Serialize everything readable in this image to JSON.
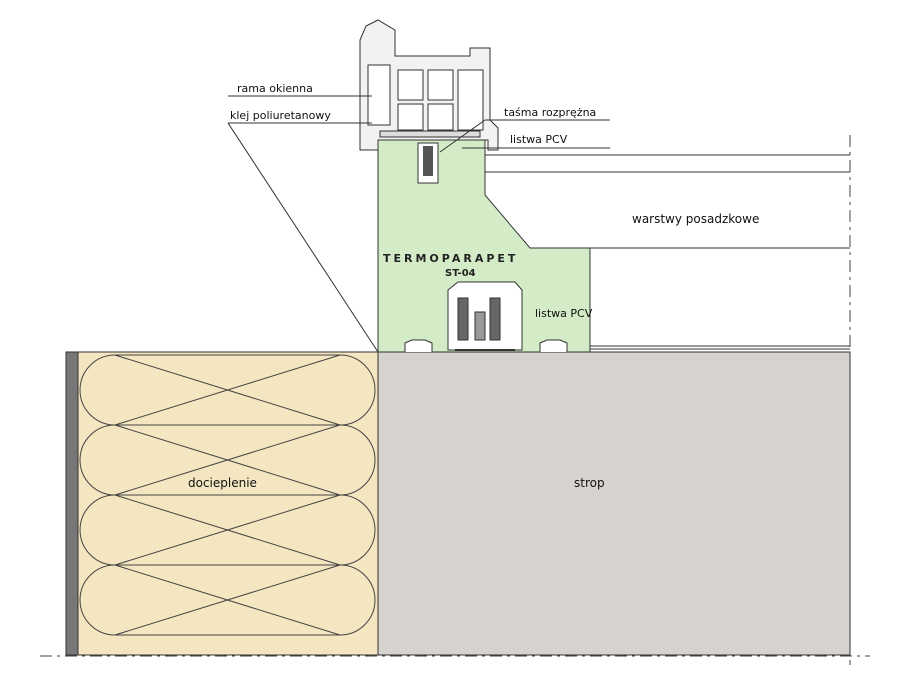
{
  "labels": {
    "window_frame": "rama okienna",
    "pu_adhesive": "klej poliuretanowy",
    "expansion_tape": "taśma rozprężna",
    "pvc_strip_top": "listwa PCV",
    "floor_layers": "warstwy posadzkowe",
    "product_name": "TERMOPARAPET",
    "product_code": "ST-04",
    "pvc_strip_bottom": "listwa PCV",
    "insulation": "docieplenie",
    "slab": "strop"
  },
  "colors": {
    "termoparapet_fill": "#d3ebc7",
    "insulation_fill": "#f4e6c0",
    "slab_fill": "#d6d2cd",
    "frame_fill": "#f2f2f2",
    "line": "#333333"
  }
}
